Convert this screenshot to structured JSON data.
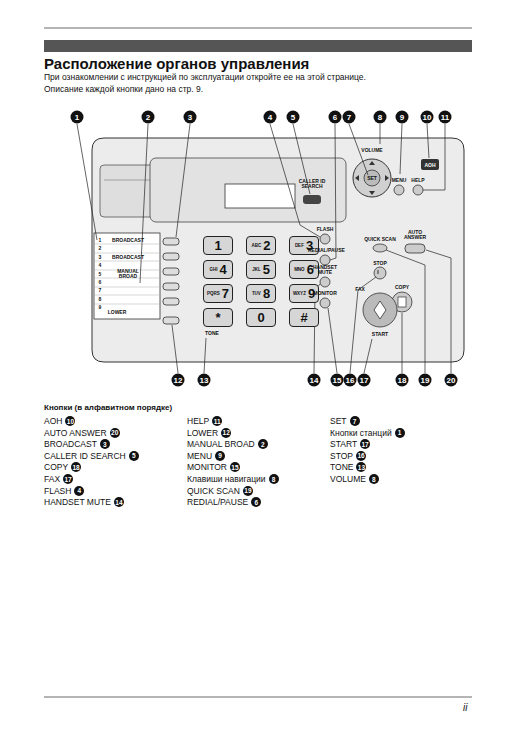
{
  "diagram": {
    "title": "Расположение органов управления",
    "nodes": [
      {
        "text": [
          "1"
        ]
      },
      {
        "text": [
          "ABC",
          "2"
        ]
      },
      {
        "text": [
          "DEF",
          "3"
        ]
      },
      {
        "text": [
          "GHI",
          "4"
        ]
      },
      {
        "text": [
          "JKL",
          "5"
        ]
      },
      {
        "text": [
          "MNO",
          "6"
        ]
      },
      {
        "text": [
          "PQRS",
          "7"
        ]
      },
      {
        "text": [
          "TUV",
          "8"
        ]
      },
      {
        "text": [
          "WXYZ",
          "9"
        ]
      },
      {
        "text": [
          "*"
        ]
      },
      {
        "text": [
          "0"
        ]
      },
      {
        "text": [
          "#"
        ]
      }
    ],
    "labels": [
      "При ознакомлении с инструкцией по эксплуатации откройте ее на этой странице.",
      "Описание каждой кнопки дано на стр. 9.",
      "1",
      "2",
      "3",
      "4",
      "5",
      "6",
      "7",
      "8",
      "9",
      "10",
      "11",
      "12",
      "13",
      "14",
      "15",
      "16",
      "17",
      "18",
      "19",
      "20",
      "VOLUME",
      "SET",
      "MENU",
      "AOH",
      "HELP",
      "CALLER ID SEARCH",
      "FLASH",
      "REDIAL/PAUSE",
      "HANDSET MUTE",
      "MONITOR",
      "QUICK SCAN",
      "AUTO ANSWER",
      "STOP",
      "COPY",
      "FAX",
      "START",
      "TONE",
      "LOWER",
      "1",
      "2",
      "3",
      "4",
      "5",
      "6",
      "7",
      "8",
      "9",
      "BROADCAST",
      "BROADCAST",
      "MANUAL BROAD",
      "Кнопки (в алфавитном порядке)",
      "AOH",
      "10",
      "AUTO ANSWER",
      "20",
      "BROADCAST",
      "3",
      "CALLER ID SEARCH",
      "5",
      "COPY",
      "18",
      "FAX",
      "17",
      "FLASH",
      "4",
      "HANDSET MUTE",
      "14",
      "HELP",
      "11",
      "LOWER",
      "12",
      "MANUAL BROAD",
      "2",
      "MENU",
      "9",
      "MONITOR",
      "15",
      "Клавиши навигации",
      "8",
      "QUICK SCAN",
      "19",
      "REDIAL/PAUSE",
      "6",
      "SET",
      "7",
      "Кнопки станций",
      "1",
      "START",
      "17",
      "STOP",
      "16",
      "TONE",
      "13",
      "VOLUME",
      "8",
      "ii"
    ]
  }
}
